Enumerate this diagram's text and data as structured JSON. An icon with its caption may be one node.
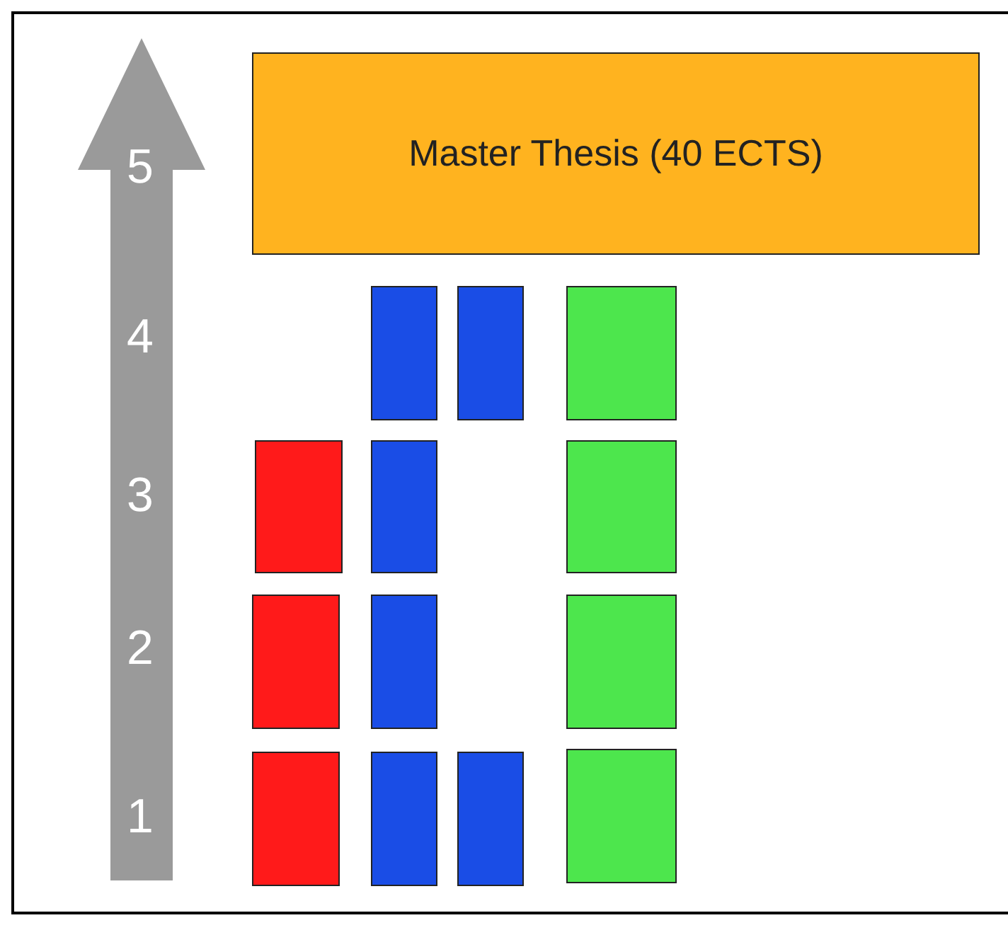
{
  "diagram": {
    "nodes": [
      {
        "text": [
          "Master Thesis (40 ECTS)"
        ]
      },
      {
        "text": [],
        "shape": "box"
      },
      {
        "text": [],
        "shape": "box"
      },
      {
        "text": [],
        "shape": "box"
      },
      {
        "text": [],
        "shape": "box"
      },
      {
        "text": [],
        "shape": "box"
      },
      {
        "text": [],
        "shape": "box"
      },
      {
        "text": [],
        "shape": "box"
      },
      {
        "text": [],
        "shape": "box"
      },
      {
        "text": [],
        "shape": "box"
      },
      {
        "text": [],
        "shape": "box"
      },
      {
        "text": [],
        "shape": "box"
      },
      {
        "text": [],
        "shape": "box"
      },
      {
        "text": [],
        "shape": "box"
      }
    ],
    "labels": [
      "5",
      "4",
      "3",
      "2",
      "1"
    ]
  }
}
